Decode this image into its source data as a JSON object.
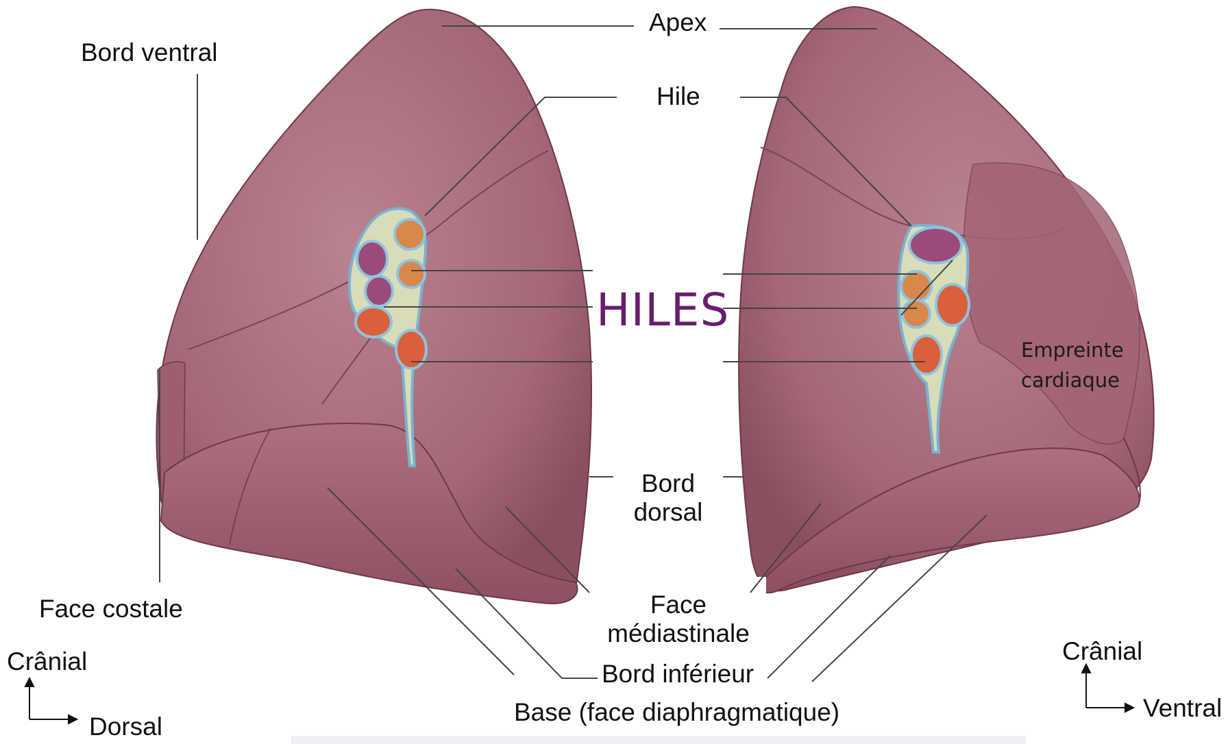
{
  "labels": {
    "apex": "Apex",
    "hile": "Hile",
    "hiles": "HILES",
    "bord_ventral": "Bord ventral",
    "empreinte_line1": "Empreinte",
    "empreinte_line2": "cardiaque",
    "bord_dorsal_line1": "Bord",
    "bord_dorsal_line2": "dorsal",
    "face_costale": "Face costale",
    "face_med_line1": "Face",
    "face_med_line2": "médiastinale",
    "bord_inferieur": "Bord inférieur",
    "base": "Base (face diaphragmatique)"
  },
  "orientation_left": {
    "up": "Crânial",
    "right": "Dorsal"
  },
  "orientation_right": {
    "up": "Crânial",
    "right": "Ventral"
  },
  "colors": {
    "lung": "#a86a78",
    "lung_dark": "#7a4050",
    "hiles_text": "#6a1d6f",
    "artery": "#d9603a",
    "bronchus": "#d8884a",
    "vein": "#9c4a7a"
  }
}
